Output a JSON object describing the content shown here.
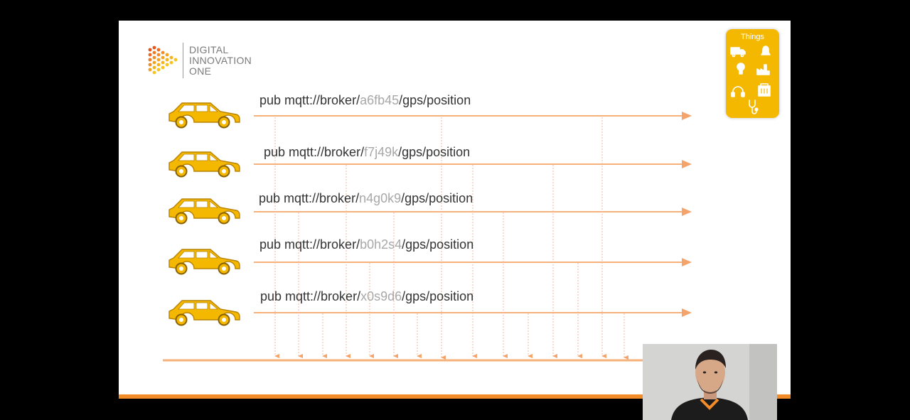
{
  "logo": {
    "line1": "DIGITAL",
    "line2": "INNOVATION",
    "line3": "ONE"
  },
  "things": {
    "title": "Things",
    "icons": [
      "truck-icon",
      "bell-icon",
      "lightbulb-icon",
      "factory-icon",
      "headphones-icon",
      "building-icon",
      "stethoscope-icon"
    ]
  },
  "publishers": [
    {
      "prefix": "pub mqtt://broker/",
      "id": "a6fb45",
      "suffix": "/gps/position"
    },
    {
      "prefix": "pub mqtt://broker/",
      "id": "f7j49k",
      "suffix": "/gps/position"
    },
    {
      "prefix": "pub mqtt://broker/",
      "id": "n4g0k9",
      "suffix": "/gps/position"
    },
    {
      "prefix": "pub mqtt://broker/",
      "id": "b0h2s4",
      "suffix": "/gps/position"
    },
    {
      "prefix": "pub mqtt://broker/",
      "id": "x0s9d6",
      "suffix": "/gps/position"
    }
  ],
  "colors": {
    "accent_orange": "#f28c28",
    "car_yellow": "#f5b800",
    "id_gray": "#a8a8a8",
    "background": "#000000",
    "slide": "#ffffff"
  }
}
